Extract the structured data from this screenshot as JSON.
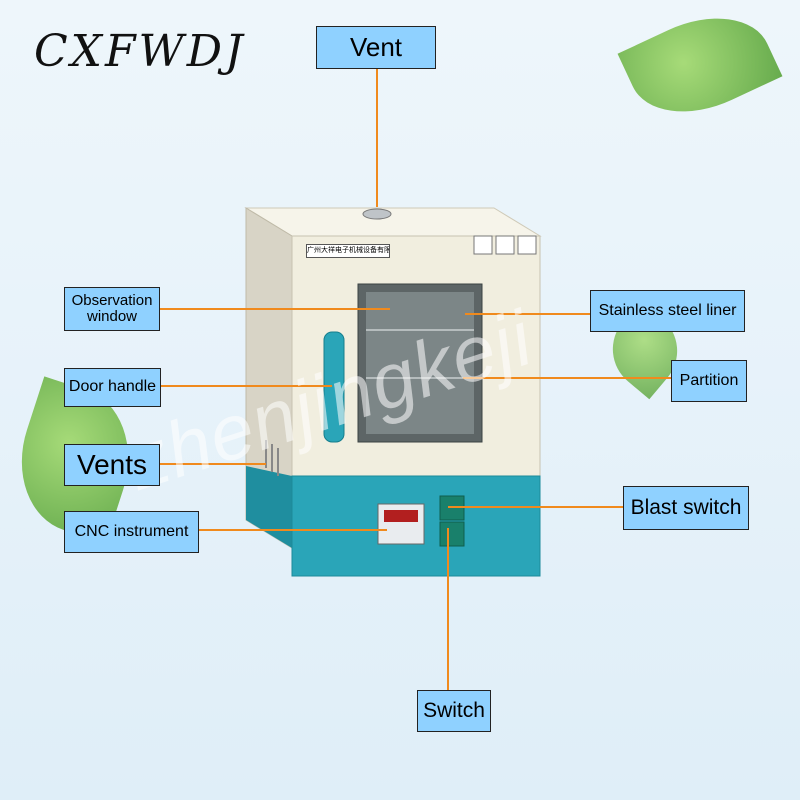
{
  "brand": "CXFWDJ",
  "watermark": "zhenjingkeji",
  "labels": {
    "vent": "Vent",
    "observation_window": "Observation window",
    "door_handle": "Door handle",
    "vents": "Vents",
    "cnc_instrument": "CNC instrument",
    "stainless_steel_liner": "Stainless steel liner",
    "partition": "Partition",
    "blast_switch": "Blast switch",
    "switch": "Switch"
  },
  "device": {
    "company_plate": "广州大祥电子机械设备有限公司"
  },
  "colors": {
    "label_fill": "#8fd1ff",
    "leader_line": "#f08a1d",
    "base_teal": "#2aa5b8",
    "body_cream": "#f1eedf"
  }
}
